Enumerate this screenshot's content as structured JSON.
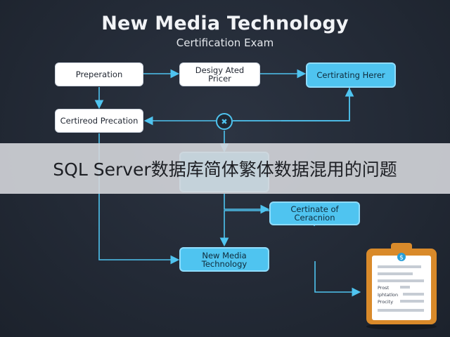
{
  "title": "New Media Technology",
  "subtitle": "Certification Exam",
  "boxes": {
    "preparation": "Preperation",
    "designed_process": "Desigy Ated Pricer",
    "certifying": "Certirating Herer",
    "certified_precision": "Certireod Precation",
    "center": "",
    "certificate_correction": "Certinate of Ceracnion",
    "new_media": "New Media Technology"
  },
  "hub_symbol": "✖",
  "banner_text": "SQL Server数据库简体繁体数据混用的问题",
  "clipboard": {
    "badge_symbol": "$",
    "rows": [
      "Prost",
      "Iphtatlon",
      "Procity"
    ]
  },
  "colors": {
    "background": "#232a36",
    "accent": "#4fc4f0",
    "box_white": "#ffffff"
  },
  "icons": [
    "clipboard-icon",
    "hub-icon"
  ]
}
